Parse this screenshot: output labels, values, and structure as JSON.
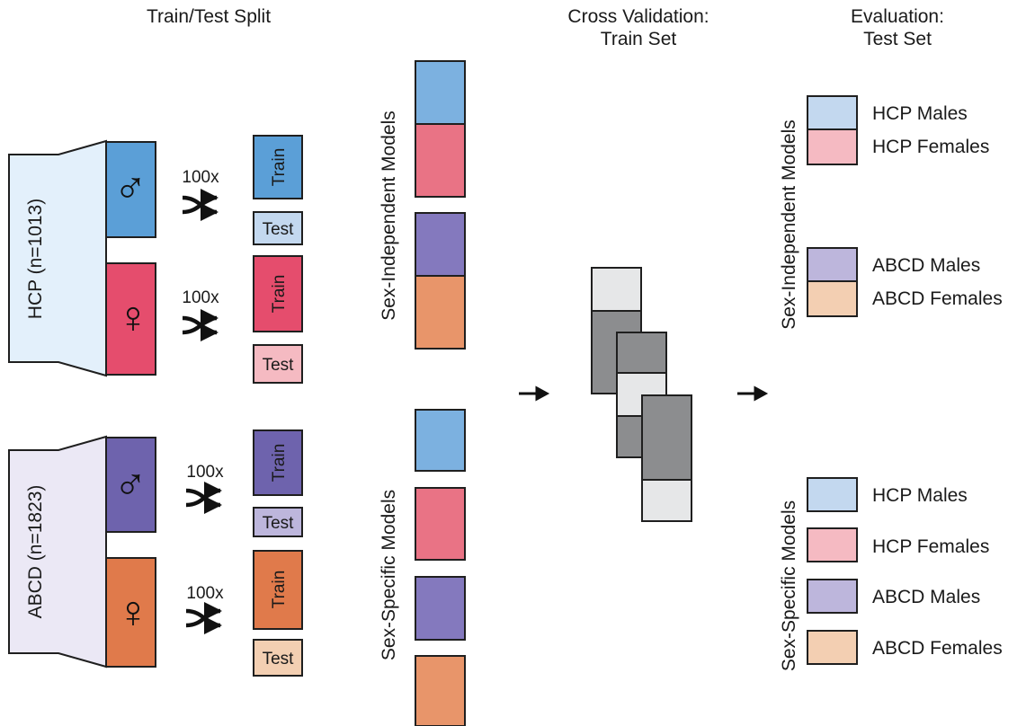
{
  "colors": {
    "hcp_male": "#5b9fd7",
    "hcp_female": "#e54d6d",
    "abcd_male": "#6e63ad",
    "abcd_female": "#e07a4b",
    "hcp_male_model": "#7cb1e0",
    "hcp_female_model": "#e97385",
    "abcd_male_model": "#8479be",
    "abcd_female_model": "#e8956a",
    "hcp_male_light": "#c3d8ef",
    "hcp_female_light": "#f5bac2",
    "abcd_male_light": "#bdb6dc",
    "abcd_female_light": "#f3cfb2",
    "hcp_bracket": "#e3f0fb",
    "abcd_bracket": "#ebe8f5",
    "fold_dark": "#8c8d8f",
    "fold_light": "#e6e7e8"
  },
  "headers": {
    "split": "Train/Test Split",
    "cv_line1": "Cross Validation:",
    "cv_line2": "Train Set",
    "eval_line1": "Evaluation:",
    "eval_line2": "Test Set"
  },
  "datasets": {
    "hcp": "HCP (n=1013)",
    "abcd": "ABCD (n=1823)"
  },
  "symbols": {
    "male": "♂",
    "female": "♀"
  },
  "split": {
    "multiplier": "100x",
    "train": "Train",
    "test": "Test"
  },
  "models": {
    "independent": "Sex-Independent Models",
    "specific": "Sex-Specific Models"
  },
  "legend": {
    "hcp_males": "HCP Males",
    "hcp_females": "HCP Females",
    "abcd_males": "ABCD Males",
    "abcd_females": "ABCD Females"
  }
}
